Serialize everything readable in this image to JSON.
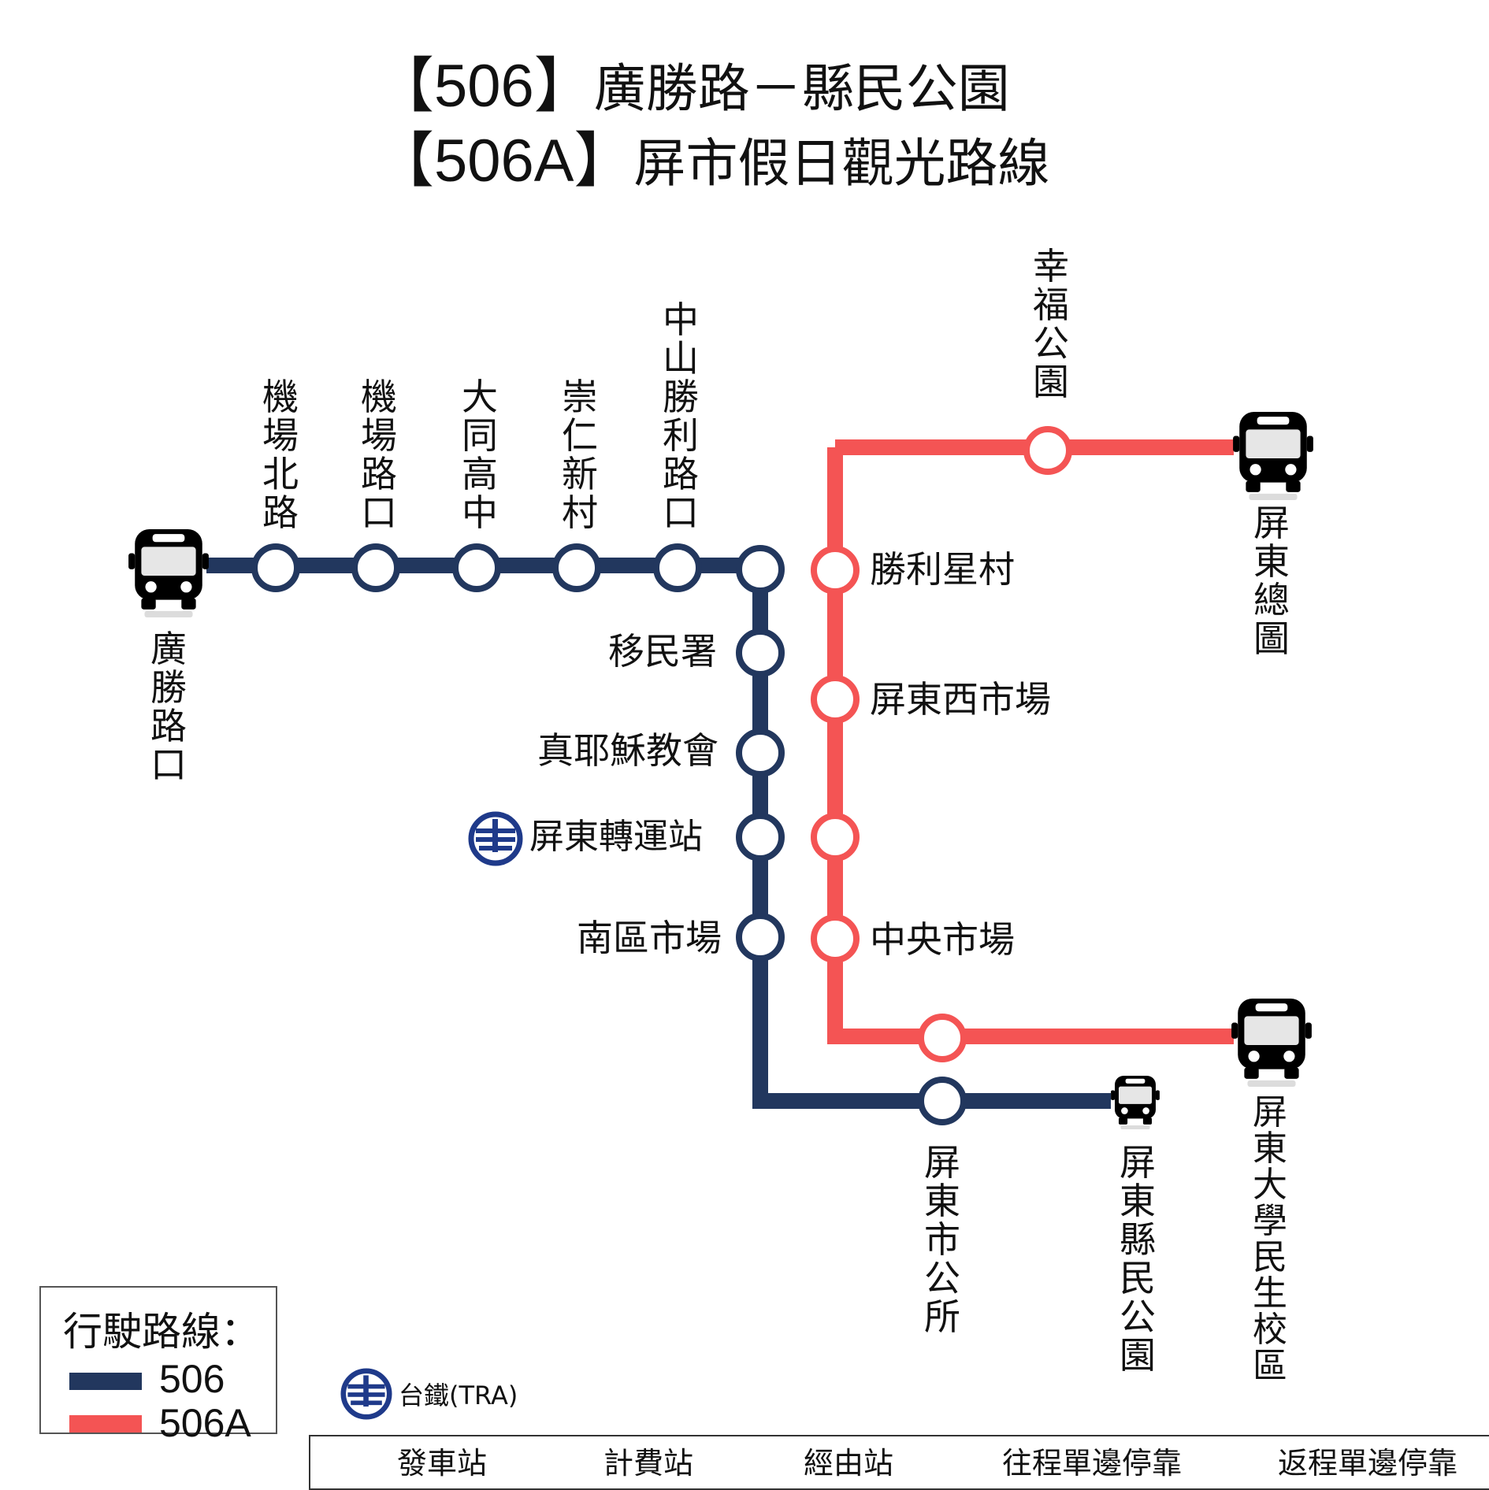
{
  "title": {
    "line1_num": "【506】",
    "line1_text": "廣勝路－縣民公園",
    "line2_num": "【506A】",
    "line2_text": "屏市假日觀光路線"
  },
  "colors": {
    "route_506": "#22375e",
    "route_506A": "#f45454",
    "tra_blue": "#1f3a8a"
  },
  "route_506": {
    "name": "506",
    "terminal_start": "廣勝路口",
    "stops_top": [
      "機場北路",
      "機場路口",
      "大同高中",
      "崇仁新村",
      "中山勝利路口"
    ],
    "stops_trunk": [
      "移民署",
      "真耶穌教會",
      "屏東轉運站",
      "南區市場"
    ],
    "stops_bottom": [
      "屏東市公所"
    ],
    "terminal_end": "屏東縣民公園"
  },
  "route_506A": {
    "name": "506A",
    "top_stop": "幸福公園",
    "terminal_top": "屏東總圖",
    "stops_trunk": [
      "勝利星村",
      "屏東西市場",
      "中央市場"
    ],
    "terminal_bottom": "屏東大學民生校區"
  },
  "legend": {
    "title": "行駛路線：",
    "items": [
      "506",
      "506A"
    ]
  },
  "tra_note": "台鐵(TRA)",
  "key": [
    "發車站",
    "計費站",
    "經由站",
    "往程單邊停靠",
    "返程單邊停靠"
  ],
  "icons": [
    "bus-icon",
    "station-circle-icon",
    "tra-logo-icon",
    "fare-coin-icon",
    "arrow-right-icon",
    "arrow-left-icon"
  ]
}
